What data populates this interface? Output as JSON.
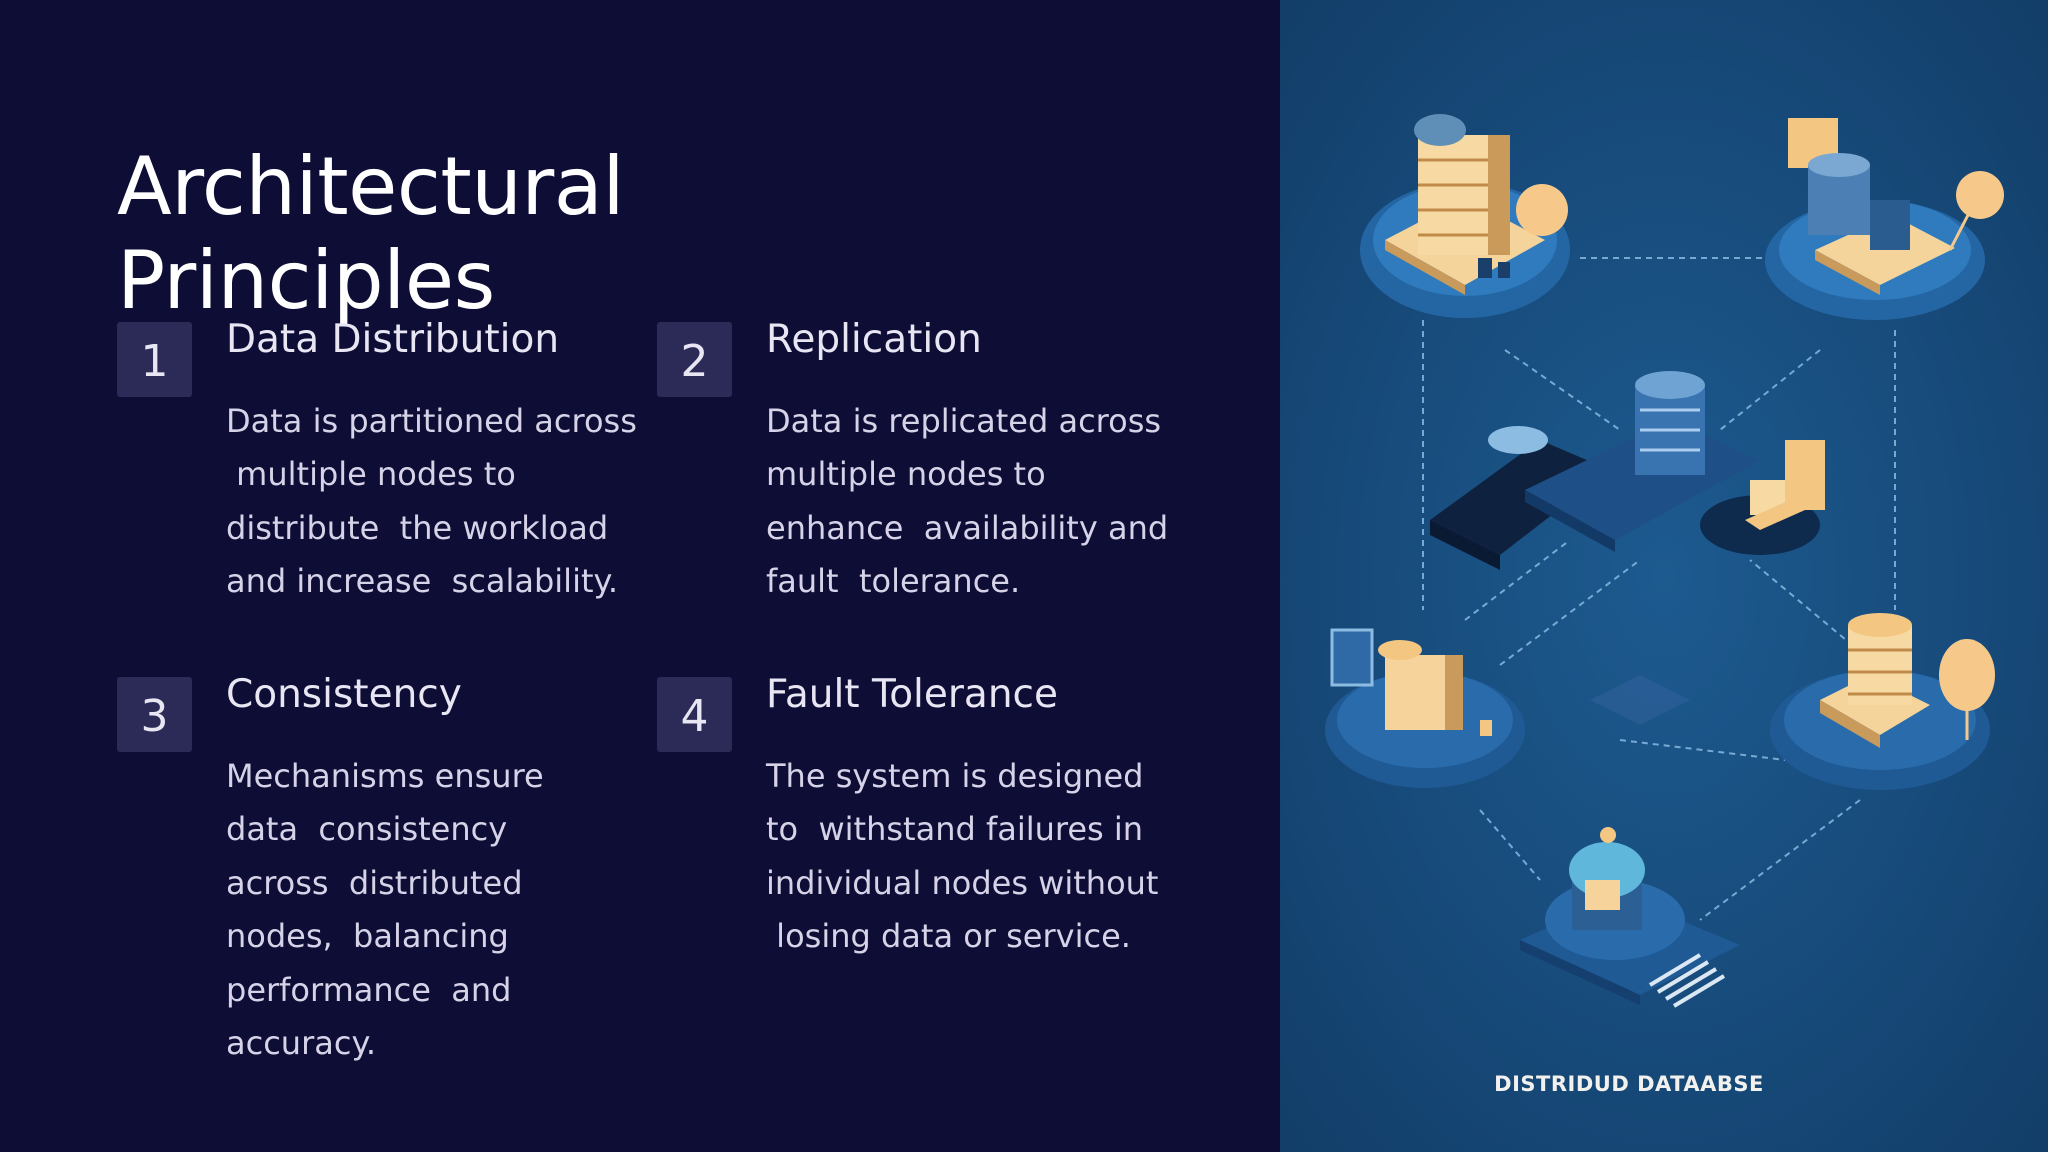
{
  "slide": {
    "title_lines": [
      "Architectural",
      "Principles"
    ]
  },
  "items": [
    {
      "number": "1",
      "heading": "Data Distribution",
      "body_lines": [
        "Data is partitioned across",
        " multiple nodes to",
        "distribute  the workload",
        "and increase  scalability."
      ]
    },
    {
      "number": "2",
      "heading": "Replication",
      "body_lines": [
        "Data is replicated across",
        "multiple nodes to",
        "enhance  availability and",
        "fault  tolerance."
      ]
    },
    {
      "number": "3",
      "heading": "Consistency",
      "body_lines": [
        "Mechanisms ensure",
        "data  consistency",
        "across  distributed",
        "nodes,  balancing",
        "performance  and",
        "accuracy."
      ]
    },
    {
      "number": "4",
      "heading": "Fault Tolerance",
      "body_lines": [
        "The system is designed",
        "to  withstand failures in",
        "individual nodes without",
        " losing data or service."
      ]
    }
  ],
  "illustration": {
    "caption": "DISTRIDUD DATAABSE"
  },
  "colors": {
    "background": "#0e0d35",
    "number_box": "#2c2b57",
    "illustration_bg": "#174b7b",
    "accent_cream": "#f5d9a6",
    "accent_blue": "#3f7fc1"
  }
}
